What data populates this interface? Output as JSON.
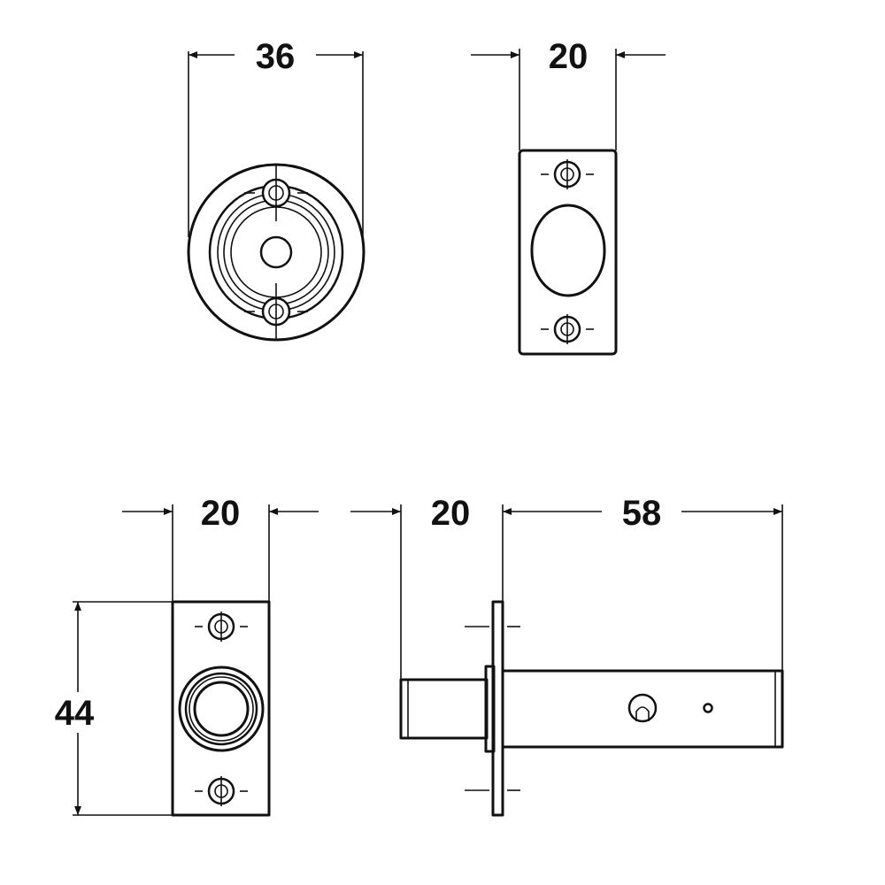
{
  "diagram": {
    "top_left_view": {
      "width_label": "36"
    },
    "top_right_view": {
      "width_label": "20"
    },
    "bottom_left_view": {
      "width_label": "20",
      "height_label": "44"
    },
    "bottom_right_view": {
      "bolt_label": "20",
      "body_label": "58"
    }
  }
}
